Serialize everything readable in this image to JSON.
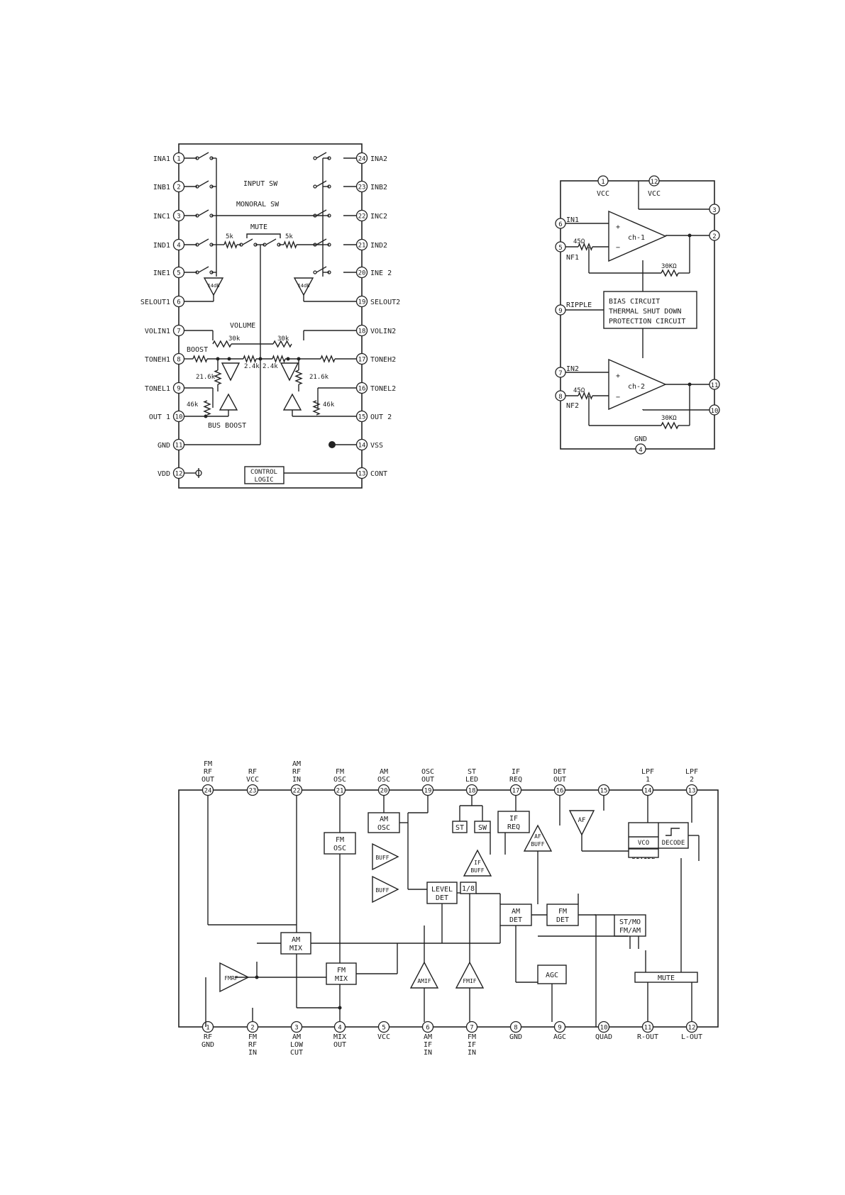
{
  "ic1": {
    "title_internal": {
      "input_sw": "INPUT SW",
      "monoral_sw": "MONORAL SW",
      "mute": "MUTE",
      "volume": "VOLUME",
      "boost": "BOOST",
      "bus_boost": "BUS BOOST",
      "control_logic_1": "CONTROL",
      "control_logic_2": "LOGIC",
      "r5k": "5k",
      "r30k": "30k",
      "r2_4k": "2.4k",
      "r21_6k": "21.6k",
      "r46k": "46k",
      "amp_gain": "14dB"
    },
    "left_pins": [
      {
        "num": "1",
        "name": "INA1"
      },
      {
        "num": "2",
        "name": "INB1"
      },
      {
        "num": "3",
        "name": "INC1"
      },
      {
        "num": "4",
        "name": "IND1"
      },
      {
        "num": "5",
        "name": "INE1"
      },
      {
        "num": "6",
        "name": "SELOUT1"
      },
      {
        "num": "7",
        "name": "VOLIN1"
      },
      {
        "num": "8",
        "name": "TONEH1"
      },
      {
        "num": "9",
        "name": "TONEL1"
      },
      {
        "num": "10",
        "name": "OUT 1"
      },
      {
        "num": "11",
        "name": "GND"
      },
      {
        "num": "12",
        "name": "VDD"
      }
    ],
    "right_pins": [
      {
        "num": "24",
        "name": "INA2"
      },
      {
        "num": "23",
        "name": "INB2"
      },
      {
        "num": "22",
        "name": "INC2"
      },
      {
        "num": "21",
        "name": "IND2"
      },
      {
        "num": "20",
        "name": "INE 2"
      },
      {
        "num": "19",
        "name": "SELOUT2"
      },
      {
        "num": "18",
        "name": "VOLIN2"
      },
      {
        "num": "17",
        "name": "TONEH2"
      },
      {
        "num": "16",
        "name": "TONEL2"
      },
      {
        "num": "15",
        "name": "OUT 2"
      },
      {
        "num": "14",
        "name": "VSS"
      },
      {
        "num": "13",
        "name": "CONT"
      }
    ]
  },
  "ic2": {
    "pins": {
      "p1": "1",
      "p12": "12",
      "p3": "3",
      "p2": "2",
      "p6": "6",
      "p5": "5",
      "p9": "9",
      "p7": "7",
      "p8": "8",
      "p11": "11",
      "p10": "10",
      "p4": "4"
    },
    "labels": {
      "vcc": "VCC",
      "in1": "IN1",
      "nf1": "NF1",
      "in2": "IN2",
      "nf2": "NF2",
      "ripple": "RIPPLE",
      "gnd": "GND",
      "r45": "45Ω",
      "r30k": "30KΩ",
      "ch1": "ch-1",
      "ch2": "ch-2",
      "plus": "+",
      "minus": "−"
    },
    "bias_lines": [
      "BIAS CIRCUIT",
      "THERMAL SHUT DOWN",
      "PROTECTION CIRCUIT"
    ]
  },
  "ic3": {
    "top_pins": [
      {
        "num": "24",
        "l1": "FM",
        "l2": "RF",
        "l3": "OUT"
      },
      {
        "num": "23",
        "l1": "RF",
        "l2": "VCC",
        "l3": ""
      },
      {
        "num": "22",
        "l1": "AM",
        "l2": "RF",
        "l3": "IN"
      },
      {
        "num": "21",
        "l1": "FM",
        "l2": "OSC",
        "l3": ""
      },
      {
        "num": "20",
        "l1": "AM",
        "l2": "OSC",
        "l3": ""
      },
      {
        "num": "19",
        "l1": "OSC",
        "l2": "OUT",
        "l3": ""
      },
      {
        "num": "18",
        "l1": "ST",
        "l2": "LED",
        "l3": ""
      },
      {
        "num": "17",
        "l1": "IF",
        "l2": "REQ",
        "l3": ""
      },
      {
        "num": "16",
        "l1": "DET",
        "l2": "OUT",
        "l3": ""
      },
      {
        "num": "15",
        "l1": "",
        "l2": "",
        "l3": ""
      },
      {
        "num": "14",
        "l1": "LPF",
        "l2": "1",
        "l3": ""
      },
      {
        "num": "13",
        "l1": "LPF",
        "l2": "2",
        "l3": ""
      }
    ],
    "bottom_pins": [
      {
        "num": "1",
        "l1": "RF",
        "l2": "GND",
        "l3": ""
      },
      {
        "num": "2",
        "l1": "FM",
        "l2": "RF",
        "l3": "IN"
      },
      {
        "num": "3",
        "l1": "AM",
        "l2": "LOW",
        "l3": "CUT"
      },
      {
        "num": "4",
        "l1": "MIX",
        "l2": "OUT",
        "l3": ""
      },
      {
        "num": "5",
        "l1": "VCC",
        "l2": "",
        "l3": ""
      },
      {
        "num": "6",
        "l1": "AM",
        "l2": "IF",
        "l3": "IN"
      },
      {
        "num": "7",
        "l1": "FM",
        "l2": "IF",
        "l3": "IN"
      },
      {
        "num": "8",
        "l1": "GND",
        "l2": "",
        "l3": ""
      },
      {
        "num": "9",
        "l1": "AGC",
        "l2": "",
        "l3": ""
      },
      {
        "num": "10",
        "l1": "QUAD",
        "l2": "",
        "l3": ""
      },
      {
        "num": "11",
        "l1": "R-OUT",
        "l2": "",
        "l3": ""
      },
      {
        "num": "12",
        "l1": "L-OUT",
        "l2": "",
        "l3": ""
      }
    ],
    "blocks": {
      "am_osc": [
        "AM",
        "OSC"
      ],
      "fm_osc": [
        "FM",
        "OSC"
      ],
      "buff": "BUFF",
      "st": "ST",
      "sw": "SW",
      "if_req": [
        "IF",
        "REQ"
      ],
      "af_buff": [
        "AF",
        "BUFF"
      ],
      "af": "AF",
      "vco": "VCO",
      "divide": "DIVIDE",
      "decode": "DECODE",
      "level_det": [
        "LEVEL",
        "DET"
      ],
      "one_eighth": "1/8",
      "if_buff": [
        "IF",
        "BUFF"
      ],
      "am_det": [
        "AM",
        "DET"
      ],
      "fm_det": [
        "FM",
        "DET"
      ],
      "stmo": [
        "ST/MO",
        "FM/AM"
      ],
      "am_mix": [
        "AM",
        "MIX"
      ],
      "fm_mix": [
        "FM",
        "MIX"
      ],
      "fmrf": "FMRF",
      "amif": "AMIF",
      "fmif": "FMIF",
      "agc": "AGC",
      "mute": "MUTE"
    }
  }
}
